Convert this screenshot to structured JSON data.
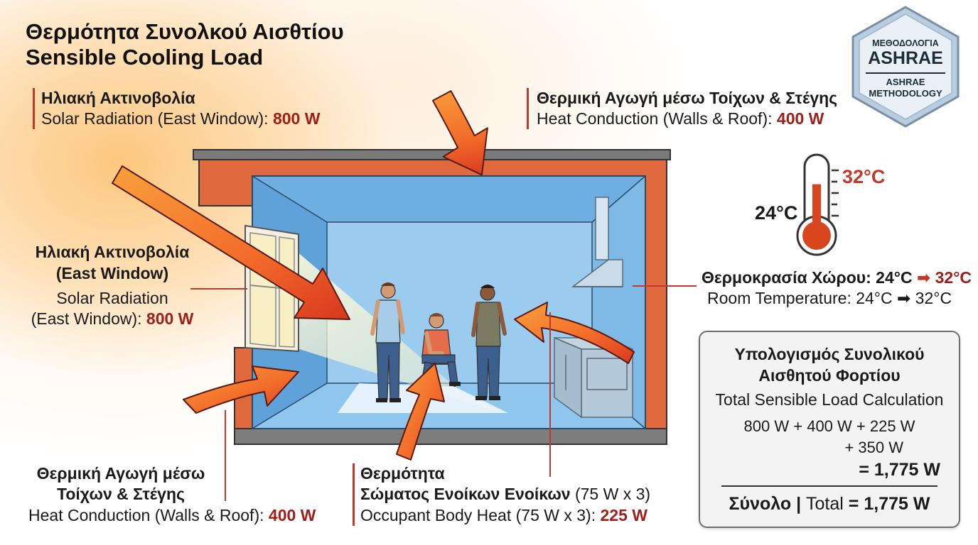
{
  "title": {
    "greek": "Θερμότητα Συνολκού Αισθτίου",
    "english": "Sensible Cooling Load"
  },
  "badge": {
    "top": "ΜΕΘΟΔΟΛΟΓΙΑ",
    "main": "ASHRAE",
    "sub1": "ASHRAE",
    "sub2": "METHODOLOGY"
  },
  "callouts": {
    "solar_top": {
      "greek": "Ηλιακή Ακτινοβολία",
      "english": "Solar Radiation (East Window): ",
      "value": "800 W"
    },
    "conduction_top": {
      "greek": "Θερμική Αγωγή μέσω Τοίχων & Στέγης",
      "english": "Heat Conduction (Walls & Roof): ",
      "value": "400 W"
    },
    "solar_left": {
      "greek1": "Ηλιακή Ακτινοβολία",
      "greek2": "(East Window)",
      "english1": "Solar Radiation",
      "english2": "(East Window): ",
      "value": "800 W"
    },
    "conduction_bottom": {
      "greek1": "Θερμική Αγωγή μέσω",
      "greek2": "Τοίχων & Στέγης",
      "english": "Heat Conduction (Walls & Roof): ",
      "value": "400 W"
    },
    "occupants": {
      "greek1": "Θερμότητα",
      "greek2": "Σώματος Ενοίκων  Ενοίκων",
      "greek2_suffix": "  (75 W x 3)",
      "english": "Occupant Body Heat (75 W x 3): ",
      "value": "225 W"
    },
    "room_temp": {
      "greek": "Θερμοκρασία Χώρου: 24°C",
      "greek_arrow": "➡",
      "greek_end": "32°C",
      "english": "Room Temperature: 24°C ➡ 32°C"
    }
  },
  "thermometer": {
    "low_label": "24°C",
    "high_label": "32°C",
    "fill_level": 0.7
  },
  "calculation": {
    "title1": "Υπολογισμός Συνολικού",
    "title2": "Αισθητού Φορτίου",
    "subtitle": "Total Sensible Load Calculation",
    "line1": "800 W + 400 W + 225 W",
    "line2": "+ 350 W",
    "result": "= 1,775 W",
    "total_greek": "Σύνολο",
    "total_sep": " | ",
    "total_english": "Total ",
    "total_value": "= 1,775 W"
  },
  "colors": {
    "accent_red": "#9e1f1a",
    "wall_orange": "#e06a3e",
    "room_blue": "#8cc3ea",
    "arrow_orange": "#f26a2a"
  }
}
